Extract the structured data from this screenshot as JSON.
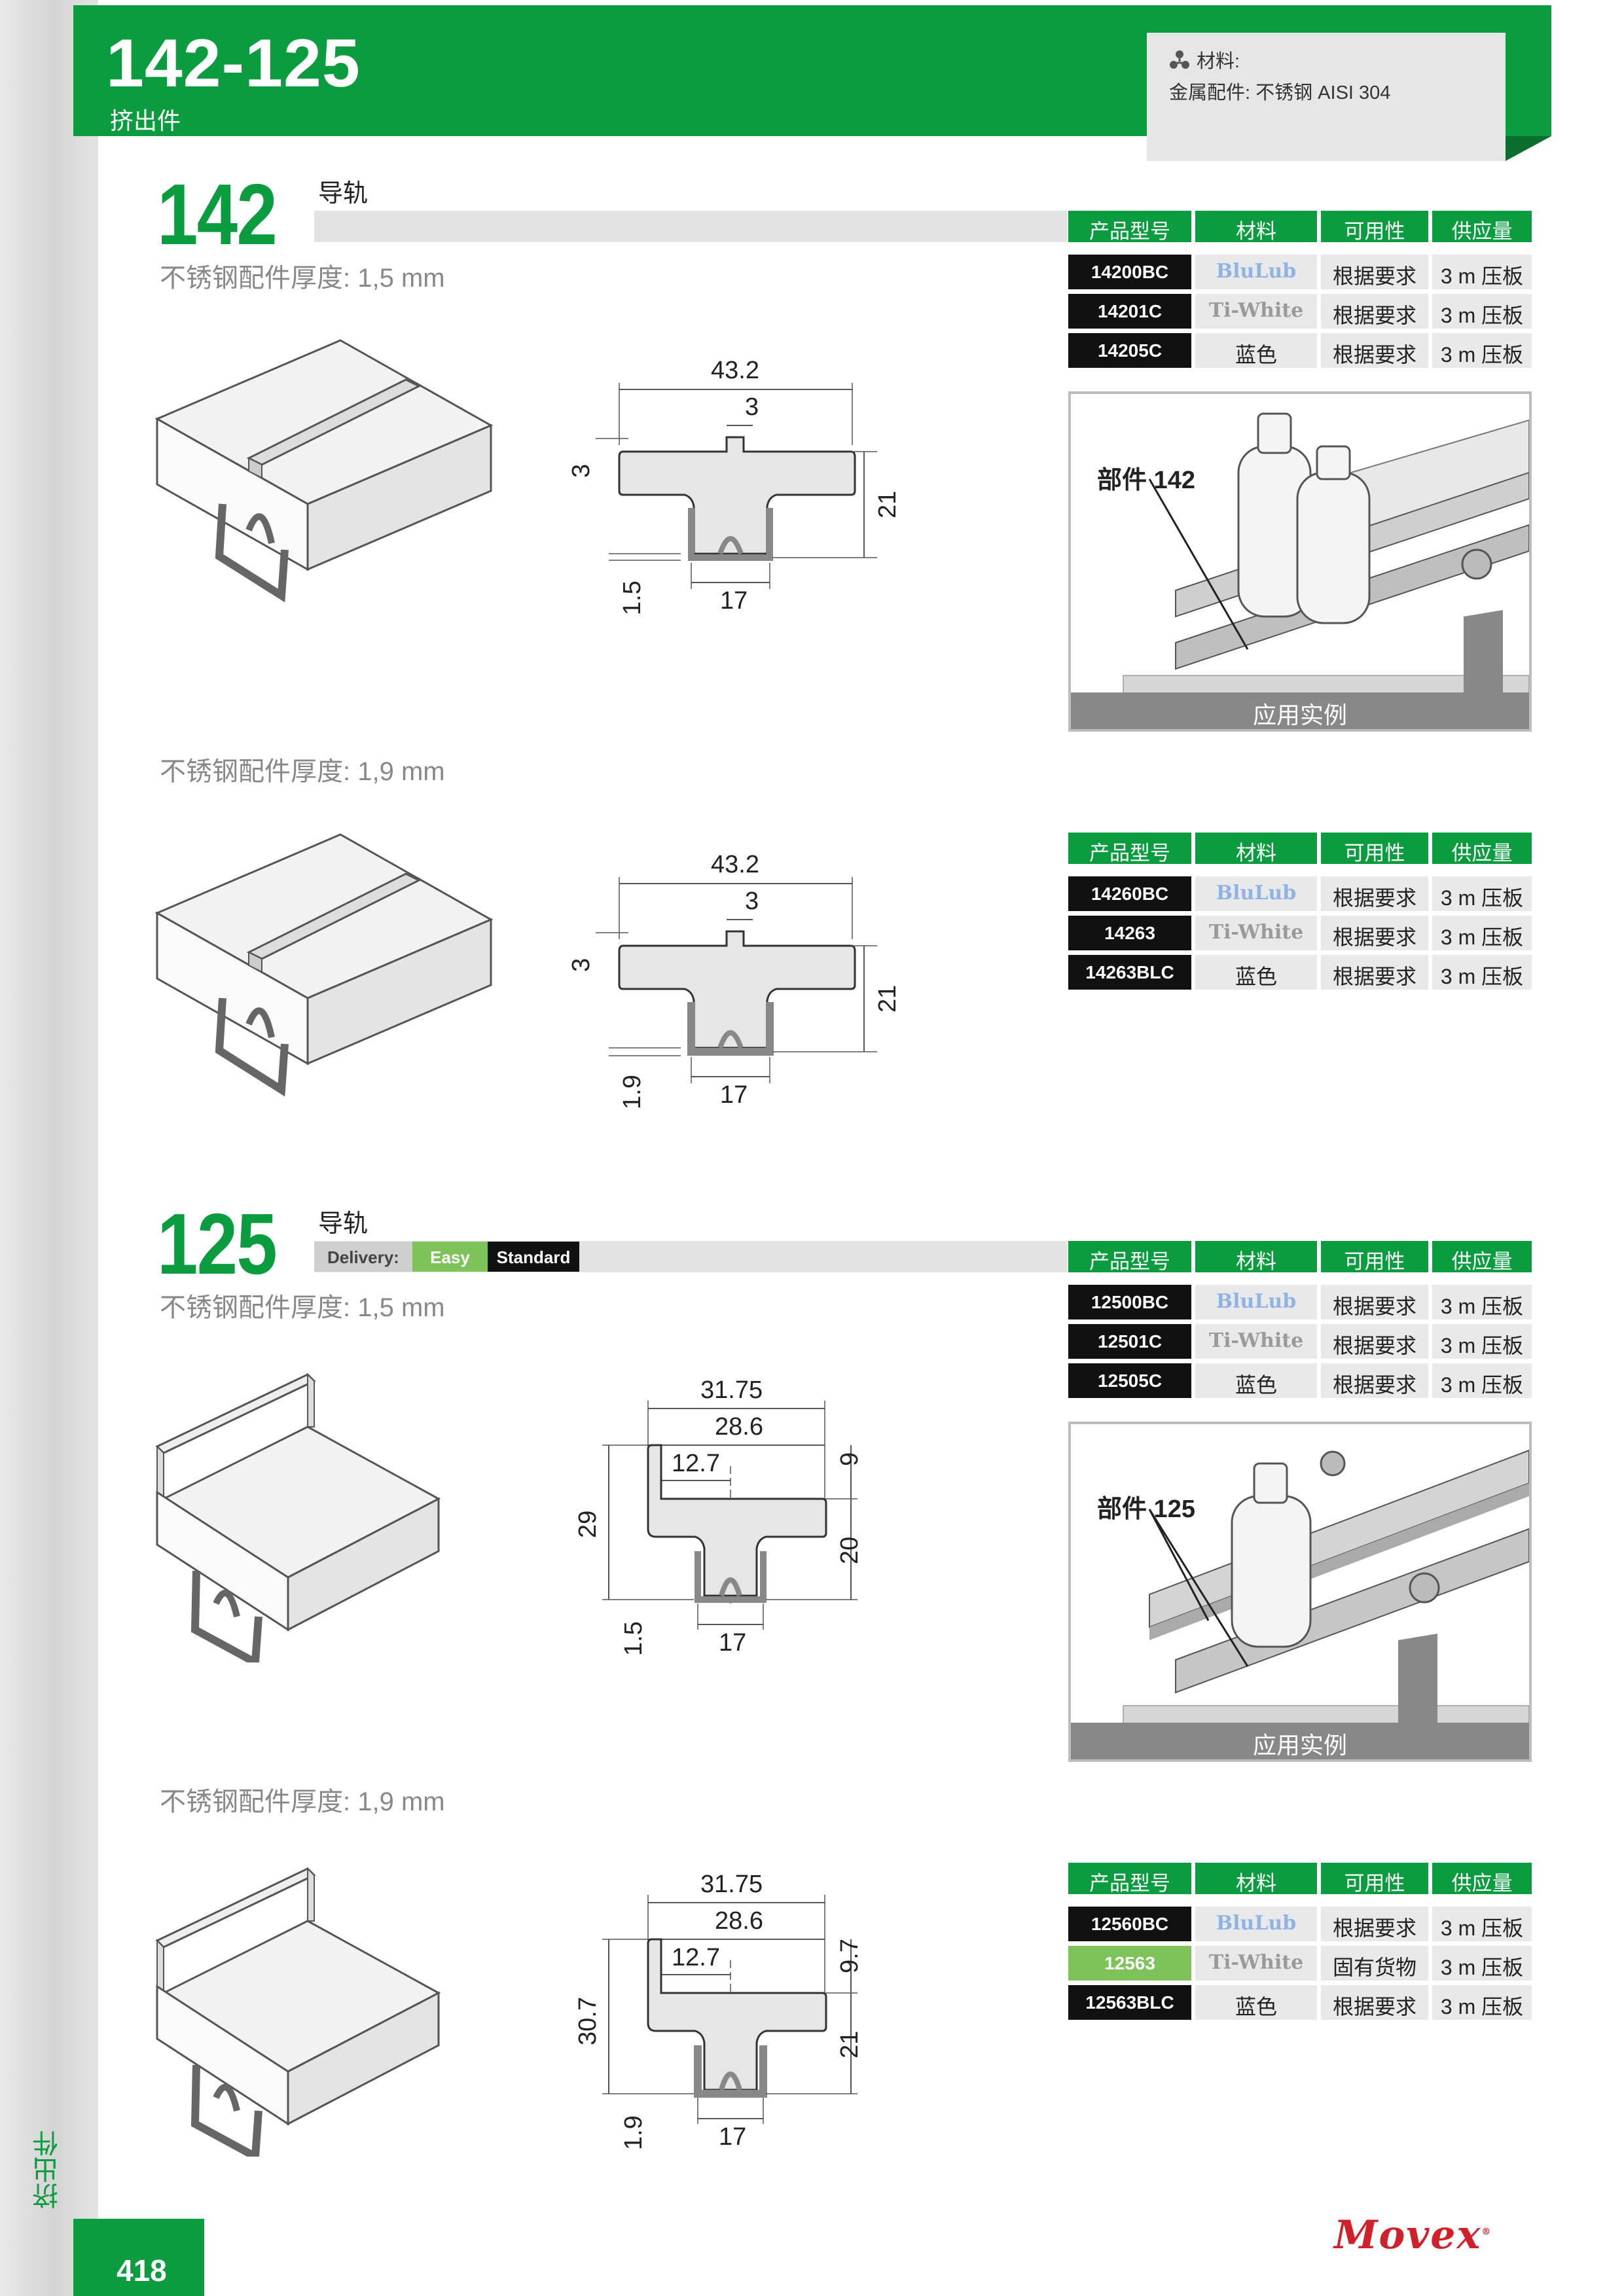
{
  "header": {
    "code": "142-125",
    "subtitle": "挤出件"
  },
  "material": {
    "label": "材料:",
    "value": "金属配件: 不锈钢 AISI 304"
  },
  "side_label": "挤出件",
  "page_number": "418",
  "logo": "Movex",
  "table_headers": [
    "产品型号",
    "材料",
    "可用性",
    "供应量"
  ],
  "sections": [
    {
      "number": "142",
      "title": "导轨",
      "variants": [
        {
          "thickness": "不锈钢配件厚度: 1,5 mm",
          "dims": {
            "total": "43.2",
            "notch": "3",
            "top": "3",
            "height": "21",
            "thick": "1.5",
            "base": "17"
          },
          "rows": [
            {
              "code": "14200BC",
              "material": "BluLub",
              "availability": "根据要求",
              "supply": "3 m 压板"
            },
            {
              "code": "14201C",
              "material": "Ti-White",
              "availability": "根据要求",
              "supply": "3 m 压板"
            },
            {
              "code": "14205C",
              "material": "蓝色",
              "availability": "根据要求",
              "supply": "3 m 压板"
            }
          ]
        },
        {
          "thickness": "不锈钢配件厚度: 1,9 mm",
          "dims": {
            "total": "43.2",
            "notch": "3",
            "top": "3",
            "height": "21",
            "thick": "1.9",
            "base": "17"
          },
          "rows": [
            {
              "code": "14260BC",
              "material": "BluLub",
              "availability": "根据要求",
              "supply": "3 m 压板"
            },
            {
              "code": "14263",
              "material": "Ti-White",
              "availability": "根据要求",
              "supply": "3 m 压板"
            },
            {
              "code": "14263BLC",
              "material": "蓝色",
              "availability": "根据要求",
              "supply": "3 m 压板"
            }
          ]
        }
      ],
      "app_label": "部件 142",
      "app_caption": "应用实例"
    },
    {
      "number": "125",
      "title": "导轨",
      "delivery": {
        "label": "Delivery:",
        "easy": "Easy",
        "standard": "Standard"
      },
      "variants": [
        {
          "thickness": "不锈钢配件厚度: 1,5 mm",
          "dims": {
            "total": "31.75",
            "inner": "28.6",
            "half": "12.7",
            "top": "9",
            "height": "29",
            "lower": "20",
            "thick": "1.5",
            "base": "17"
          },
          "rows": [
            {
              "code": "12500BC",
              "material": "BluLub",
              "availability": "根据要求",
              "supply": "3 m 压板"
            },
            {
              "code": "12501C",
              "material": "Ti-White",
              "availability": "根据要求",
              "supply": "3 m 压板"
            },
            {
              "code": "12505C",
              "material": "蓝色",
              "availability": "根据要求",
              "supply": "3 m 压板"
            }
          ]
        },
        {
          "thickness": "不锈钢配件厚度: 1,9 mm",
          "dims": {
            "total": "31.75",
            "inner": "28.6",
            "half": "12.7",
            "top": "9.7",
            "height": "30.7",
            "lower": "21",
            "thick": "1.9",
            "base": "17"
          },
          "rows": [
            {
              "code": "12560BC",
              "material": "BluLub",
              "availability": "根据要求",
              "supply": "3 m 压板"
            },
            {
              "code": "12563",
              "material": "Ti-White",
              "availability": "固有货物",
              "supply": "3 m 压板"
            },
            {
              "code": "12563BLC",
              "material": "蓝色",
              "availability": "根据要求",
              "supply": "3 m 压板"
            }
          ]
        }
      ],
      "app_label": "部件 125",
      "app_caption": "应用实例"
    }
  ]
}
